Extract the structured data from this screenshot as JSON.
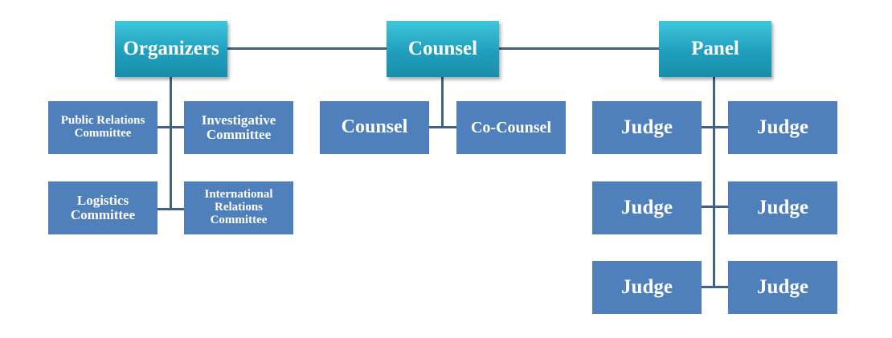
{
  "top_level": {
    "organizers": "Organizers",
    "counsel": "Counsel",
    "panel": "Panel"
  },
  "organizers_children": {
    "public_relations": "Public Relations Committee",
    "investigative": "Investigative Committee",
    "logistics": "Logistics Committee",
    "international_relations": "International Relations Committee"
  },
  "counsel_children": {
    "counsel": "Counsel",
    "co_counsel": "Co-Counsel"
  },
  "panel_children": {
    "judges": [
      "Judge",
      "Judge",
      "Judge",
      "Judge",
      "Judge",
      "Judge"
    ]
  },
  "colors": {
    "header_fill": "#1f9fbd",
    "box_fill": "#4f80bb",
    "connector": "#3f6285"
  }
}
